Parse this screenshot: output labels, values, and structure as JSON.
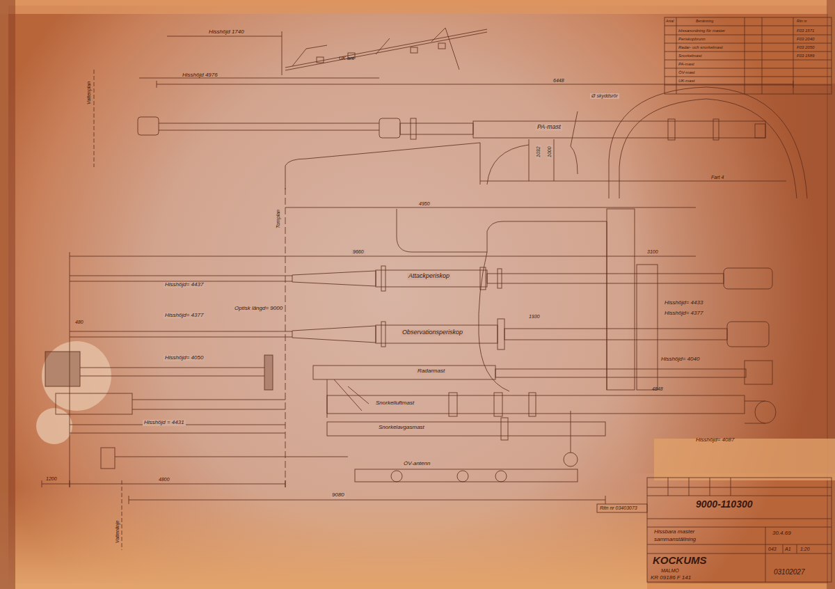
{
  "diagram": {
    "labels": [
      "Hisshöjd 1740",
      "UK-ant",
      "Hisshöjd 4976",
      "6448",
      "Ø skyddsrör",
      "PA-mast",
      "1032",
      "1000",
      "Fart 4",
      "Vattenplan",
      "Tornplan",
      "4950",
      "9660",
      "3100",
      "Attackperiskop",
      "Hisshöjd= 4437",
      "Optisk längd= 9000",
      "Hisshöjd= 4377",
      "480",
      "1930",
      "Observationsperiskop",
      "Hisshöjd= 4433",
      "Hisshöjd= 4377",
      "Hisshöjd= 4040",
      "Hisshöjd= 4050",
      "Radarmast",
      "4848",
      "Snorkelluftmast",
      "Hisshöjd = 4431",
      "Snorkelavgasmast",
      "ÖV-antenn",
      "Hisshöjd= 4087",
      "1200",
      "4800",
      "9080",
      "Vattenlinje",
      "Ritn nr 03403073",
      "9000-110300",
      "Hissbara master",
      "sammanställning",
      "30.4.69",
      "043",
      "A1",
      "1:20",
      "KOCKUMS",
      "MALMÖ",
      "KR 09186 F 141",
      "03102027",
      "Antal",
      "Benämning",
      "Ritn nr",
      "Hissanordning för master",
      "Periskopbrunn",
      "Radar- och snorkelmast",
      "Snorkelmast",
      "PA-mast",
      "ÖV-mast",
      "UK-mast",
      "F03 1571",
      "F03 2040",
      "F03 2050",
      "F03 1589"
    ]
  }
}
